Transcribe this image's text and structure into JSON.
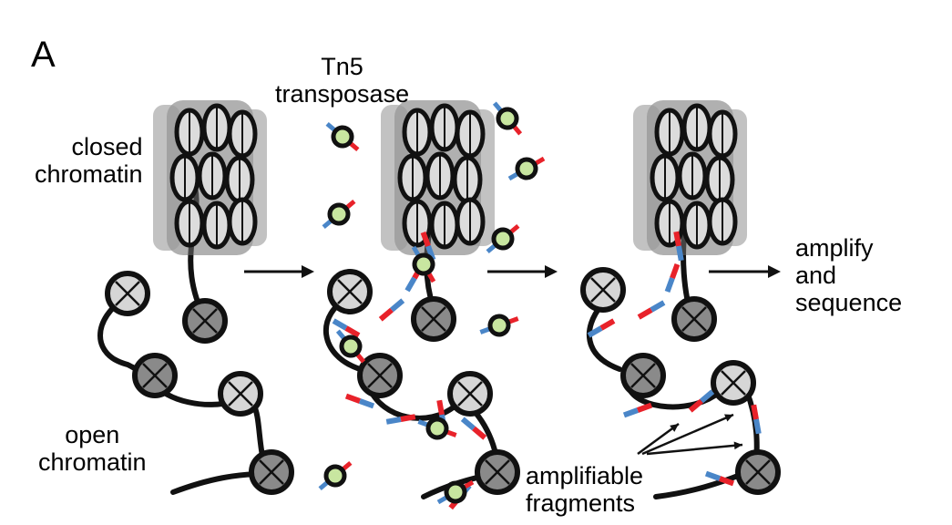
{
  "panel_letter": "A",
  "labels": {
    "tn5": [
      "Tn5",
      "transposase"
    ],
    "closed_chromatin": [
      "closed",
      "chromatin"
    ],
    "open_chromatin": [
      "open",
      "chromatin"
    ],
    "amplify": [
      "amplify",
      "and",
      "sequence"
    ],
    "fragments": [
      "amplifiable",
      "fragments"
    ]
  },
  "colors": {
    "adapter_red": "#e8222a",
    "adapter_blue": "#4a86c8",
    "tn5_core": "#c8e6a0",
    "nucleosome_light": "#d6d6d6",
    "nucleosome_dark": "#8a8a8a",
    "dna": "#111111"
  }
}
